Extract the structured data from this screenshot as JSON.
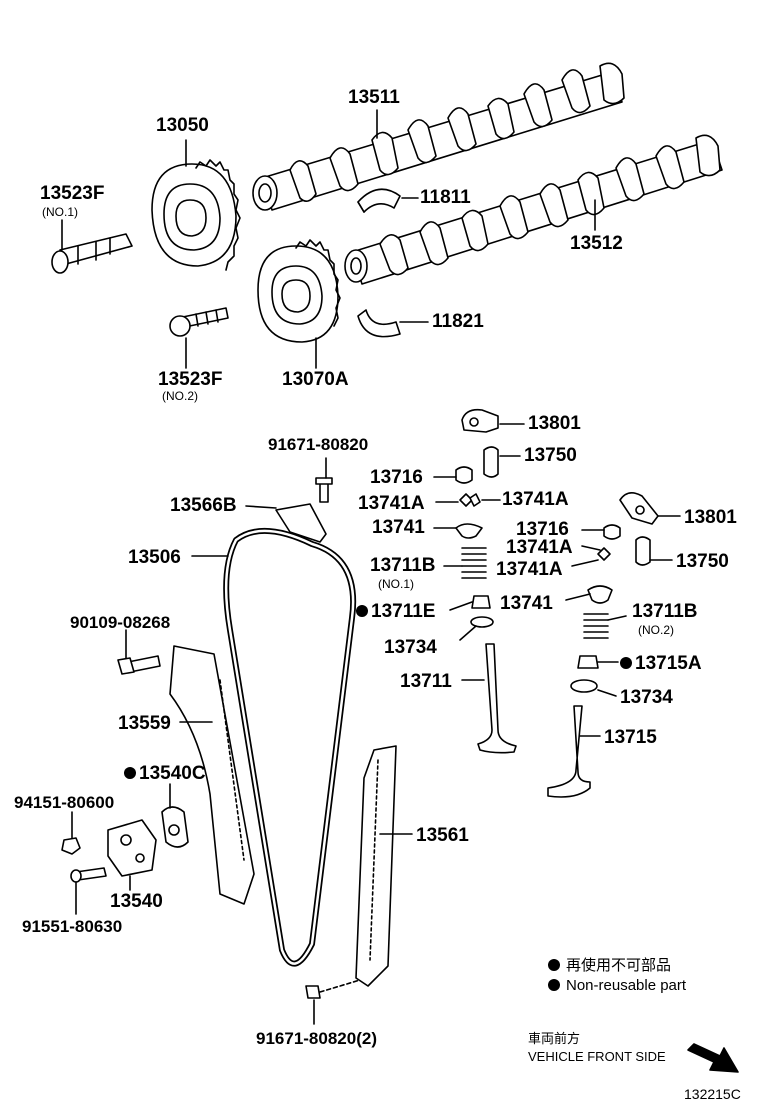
{
  "parts": {
    "p13511": "13511",
    "p13050": "13050",
    "p13523F_1": "13523F",
    "p13523F_1_sub": "(NO.1)",
    "p11811": "11811",
    "p13512": "13512",
    "p11821": "11821",
    "p13523F_2": "13523F",
    "p13523F_2_sub": "(NO.2)",
    "p13070A": "13070A",
    "p13801_a": "13801",
    "p91671_top": "91671-80820",
    "p13750_a": "13750",
    "p13716_a": "13716",
    "p13741A_a": "13741A",
    "p13741A_b": "13741A",
    "p13566B": "13566B",
    "p13801_b": "13801",
    "p13741_a": "13741",
    "p13716_b": "13716",
    "p13741A_c": "13741A",
    "p13506": "13506",
    "p13711B_1": "13711B",
    "p13711B_1_sub": "(NO.1)",
    "p13750_b": "13750",
    "p13741A_d": "13741A",
    "p13741_b": "13741",
    "p13711E": "13711E",
    "p13711B_2": "13711B",
    "p13711B_2_sub": "(NO.2)",
    "p90109": "90109-08268",
    "p13734_a": "13734",
    "p13715A": "13715A",
    "p13711": "13711",
    "p13734_b": "13734",
    "p13559": "13559",
    "p13715": "13715",
    "p13540C": "13540C",
    "p94151": "94151-80600",
    "p13561": "13561",
    "p13540": "13540",
    "p91551": "91551-80630",
    "p91671_bottom": "91671-80820(2)"
  },
  "legend": {
    "jp": "再使用不可部品",
    "en": "Non-reusable part"
  },
  "front": {
    "jp": "車両前方",
    "en": "VEHICLE FRONT SIDE"
  },
  "code": "132215C",
  "icons": {
    "non_reusable": "filled-circle",
    "direction": "arrow-down-right"
  }
}
